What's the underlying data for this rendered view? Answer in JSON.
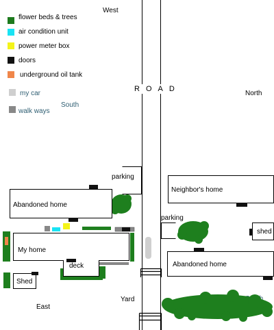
{
  "legend": {
    "items": [
      {
        "label": "flower beds & trees",
        "color": "#1d7a1d",
        "teal": false
      },
      {
        "label": "air  condition unit",
        "color": "#19e3f4",
        "teal": false
      },
      {
        "label": "power meter box",
        "color": "#f4f41a",
        "teal": false
      },
      {
        "label": "doors",
        "color": "#111111",
        "teal": false
      },
      {
        "label": "underground oil tank",
        "color": "#f0864a",
        "teal": false
      },
      {
        "label": "my car",
        "color": "#cfcfcf",
        "teal": true
      },
      {
        "label": "walk ways",
        "color": "#888888",
        "teal": true
      }
    ]
  },
  "compass": {
    "west": "West",
    "north": "North",
    "south_legend": "South",
    "south": "South",
    "east": "East"
  },
  "road_label": "ROAD",
  "places": {
    "parking_left": "parking",
    "parking_right": "parking",
    "neighbors_home": "Neighbor's home",
    "abandoned_home_left": "Abandoned home",
    "abandoned_home_right": "Abandoned home",
    "my_home": "My home",
    "deck": "deck",
    "shed_left": "Shed",
    "shed_right": "shed",
    "yard": "Yard"
  }
}
